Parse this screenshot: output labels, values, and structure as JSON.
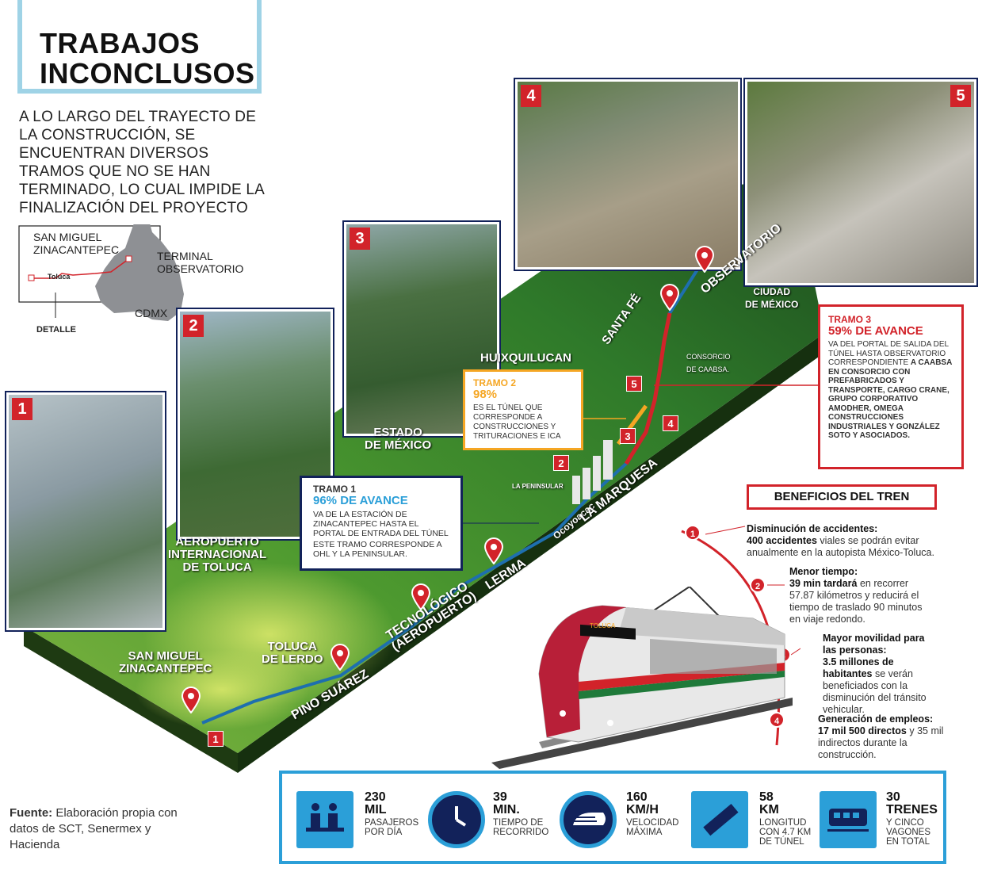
{
  "title": {
    "line1": "TRABAJOS",
    "line2": "INCONCLUSOS"
  },
  "intro": "A lo largo del trayecto de la construcción, se encuentran diversos tramos que no se han terminado, lo cual impide la finalización del proyecto",
  "mini_map": {
    "origin": "SAN MIGUEL\nZINACANTEPEC",
    "city": "Toluca",
    "terminal": "TERMINAL\nOBSERVATORIO",
    "region": "CDMX",
    "detail": "DETALLE"
  },
  "photos": [
    "1",
    "2",
    "3",
    "4",
    "5"
  ],
  "map_regions": {
    "aeropuerto": "AEROPUERTO\nINTERNACIONAL\nDE TOLUCA",
    "estado": "ESTADO\nDE MÉXICO",
    "huixquilucan": "HUIXQUILUCAN",
    "santa_fe": "SANTA FÉ",
    "ciudad": "CIUDAD\nDE MÉXICO",
    "san_miguel": "SAN MIGUEL\nZINACANTEPEC",
    "toluca": "TOLUCA\nDE LERDO",
    "la_peninsular": "LA PENINSULAR",
    "consorcio": "CONSORCIO\nDE CAABSA."
  },
  "stations": {
    "pino_suarez": "PINO SUÁREZ",
    "tecnologico": "TECNOLÓGICO\n(AEROPUERTO)",
    "lerma": "LERMA",
    "ocoyoacac": "Ocoyoacac",
    "la_marquesa": "LA MARQUESA",
    "observatorio": "OBSERVATORIO"
  },
  "tramo_numbers": [
    "1",
    "2",
    "3",
    "4",
    "5"
  ],
  "tramo1": {
    "title": "TRAMO 1",
    "progress": "96% DE AVANCE",
    "desc1": "VA DE LA ESTACIÓN DE ZINACANTEPEC HASTA EL PORTAL DE ENTRADA DEL TÚNEL",
    "desc2": "ESTE TRAMO CORRESPONDE A OHL Y LA PENINSULAR."
  },
  "tramo2": {
    "title": "TRAMO 2",
    "progress": "98%",
    "desc": "ES EL TÚNEL QUE CORRESPONDE A CONSTRUCCIONES Y TRITURACIONES E ICA"
  },
  "tramo3": {
    "title": "TRAMO 3",
    "progress": "59% DE AVANCE",
    "desc": "VA DEL PORTAL DE SALIDA DEL TÚNEL HASTA OBSERVATORIO CORRESPONDIENTE",
    "desc_bold": "A CAABSA EN CONSORCIO CON PREFABRICADOS Y TRANSPORTE, CARGO CRANE, GRUPO CORPORATIVO AMODHER, OMEGA CONSTRUCCIONES INDUSTRIALES Y GONZÁLEZ SOTO Y ASOCIADOS."
  },
  "beneficios": {
    "title": "BENEFICIOS DEL TREN",
    "items": [
      {
        "num": "1",
        "head": "Disminución de accidentes:",
        "bold": "400 accidentes",
        "text": " viales se podrán evitar anualmente en la autopista México-Toluca."
      },
      {
        "num": "2",
        "head": "Menor tiempo:",
        "bold": "39 min tardará",
        "text": " en recorrer 57.87 kilómetros y reducirá el tiempo de traslado 90 minutos en viaje redondo."
      },
      {
        "num": "3",
        "head": "Mayor movilidad para las personas:",
        "bold": "3.5 millones de habitantes",
        "text": " se verán beneficiados con la disminución del tránsito vehicular."
      },
      {
        "num": "4",
        "head": "Generación de empleos:",
        "bold": "17 mil 500 directos",
        "text": " y 35 mil indirectos durante la construcción."
      }
    ]
  },
  "train_sign": "TOLUCA",
  "stats": [
    {
      "icon": "passengers-icon",
      "big1": "230",
      "big2": "MIL",
      "sub": "PASAJEROS\nPOR DÍA"
    },
    {
      "icon": "clock-icon",
      "big1": "39",
      "big2": "MIN.",
      "sub": "TIEMPO DE\nRECORRIDO"
    },
    {
      "icon": "speed-icon",
      "big1": "160",
      "big2": "KM/H",
      "sub": "VELOCIDAD\nMÁXIMA"
    },
    {
      "icon": "ruler-icon",
      "big1": "58",
      "big2": "KM",
      "sub": "LONGITUD\nCON 4.7 KM\nDE TÚNEL"
    },
    {
      "icon": "train-icon",
      "big1": "30",
      "big2": "TRENES",
      "sub": "Y CINCO\nVAGONES\nEN TOTAL"
    }
  ],
  "fuente": {
    "label": "Fuente:",
    "text": " Elaboración propia con datos de  SCT, Senermex y Hacienda"
  },
  "colors": {
    "red": "#d2232a",
    "blue": "#2b9fd8",
    "navy": "#12225a",
    "orange": "#f5a623"
  }
}
